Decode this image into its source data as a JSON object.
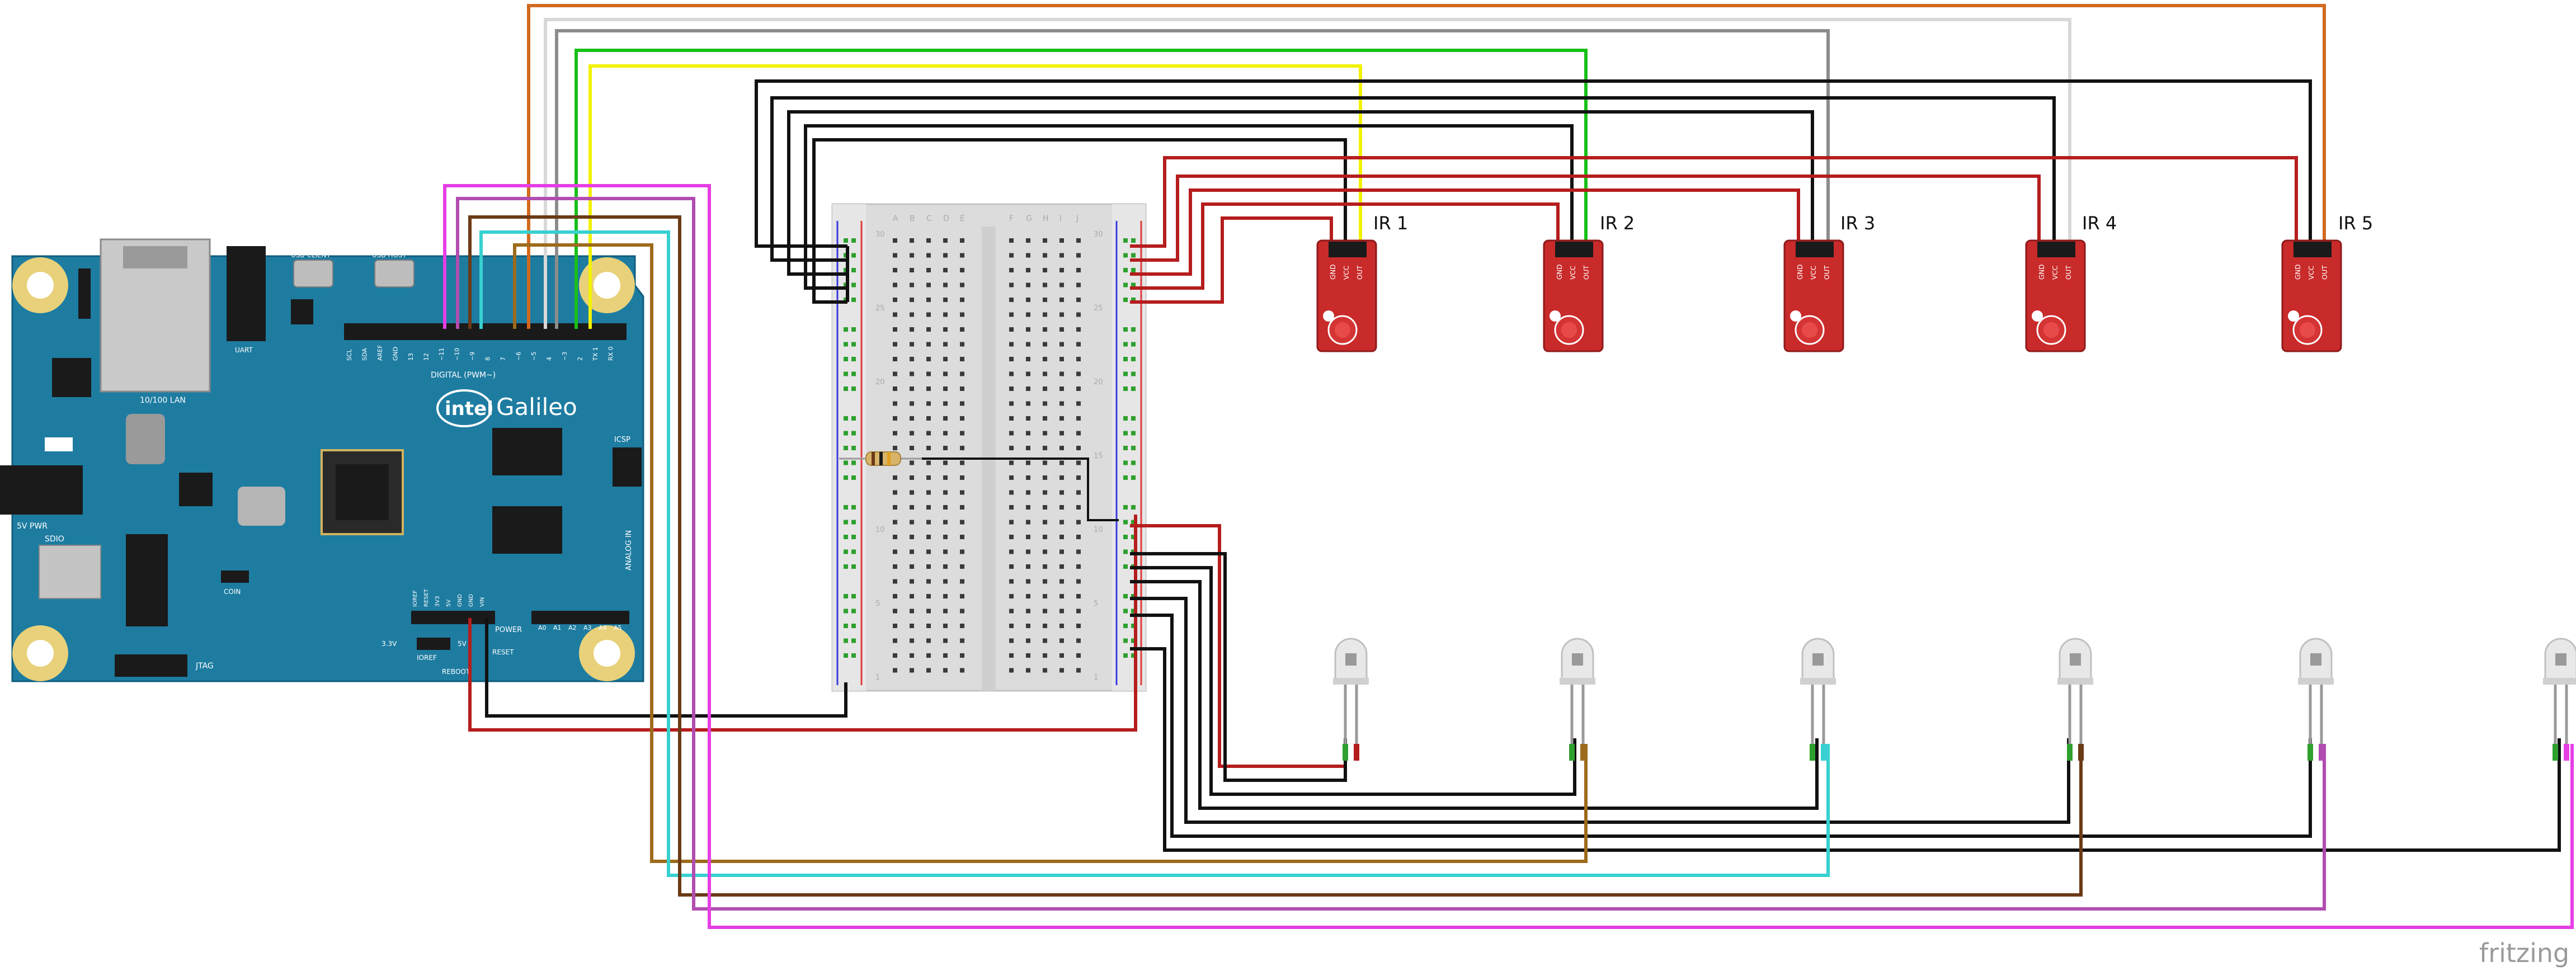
{
  "board": {
    "brand_left": "intel",
    "brand_right": "Galileo",
    "digital_label": "DIGITAL (PWM~)",
    "lan_label": "10/100 LAN",
    "usb_client": "USB CLIENT",
    "usb_host": "USB HOST",
    "uart_label": "UART",
    "reboot": "REBOOT",
    "reset": "RESET",
    "sdio": "SDIO",
    "power_in": "5V PWR",
    "coin": "COIN",
    "icsp": "ICSP",
    "jtag": "JTAG",
    "power_header": "POWER",
    "analog_header": "ANALOG IN",
    "ioref_label": "IOREF",
    "v33_label": "3.3V",
    "v5_label": "5V",
    "power_pins": [
      "IOREF",
      "RESET",
      "3V3",
      "5V",
      "GND",
      "GND",
      "VIN"
    ],
    "analog_pins": [
      "A0",
      "A1",
      "A2",
      "A3",
      "A4",
      "A5"
    ],
    "digital_pins": [
      "SCL",
      "SDA",
      "AREF",
      "GND",
      "13",
      "12",
      "~11",
      "~10",
      "~9",
      "8",
      "7",
      "~6",
      "~5",
      "4",
      "~3",
      "2",
      "TX 1",
      "RX 0"
    ]
  },
  "sensors": [
    {
      "label": "IR 1",
      "pins": [
        "GND",
        "VCC",
        "OUT"
      ]
    },
    {
      "label": "IR 2",
      "pins": [
        "GND",
        "VCC",
        "OUT"
      ]
    },
    {
      "label": "IR 3",
      "pins": [
        "GND",
        "VCC",
        "OUT"
      ]
    },
    {
      "label": "IR 4",
      "pins": [
        "GND",
        "VCC",
        "OUT"
      ]
    },
    {
      "label": "IR 5",
      "pins": [
        "GND",
        "VCC",
        "OUT"
      ]
    }
  ],
  "leds": [
    {
      "anode_wire": "#b51d1d"
    },
    {
      "anode_wire": "#9c6b1c"
    },
    {
      "anode_wire": "#38d0d0"
    },
    {
      "anode_wire": "#6b3a16"
    },
    {
      "anode_wire": "#b14db1"
    },
    {
      "anode_wire": "#e53ee5"
    }
  ],
  "breadboard": {
    "columns_left": [
      "A",
      "B",
      "C",
      "D",
      "E"
    ],
    "columns_right": [
      "F",
      "G",
      "H",
      "I",
      "J"
    ],
    "rows": [
      "1",
      "5",
      "10",
      "15",
      "20",
      "25",
      "30"
    ]
  },
  "wire_colors": {
    "orange": "#d2691e",
    "gray": "#8c8c8c",
    "light_gray": "#c8c8c8",
    "green": "#18c018",
    "yellow": "#f2f200",
    "black": "#111111",
    "red": "#b51d1d",
    "magenta": "#e53ee5",
    "brown": "#6b3a16",
    "cyan": "#38d0d0",
    "tan": "#9c6b1c",
    "purple": "#b14db1"
  },
  "watermark": "fritzing"
}
